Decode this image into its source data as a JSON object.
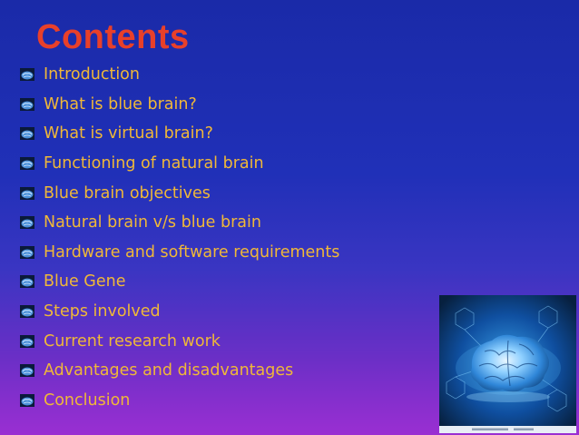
{
  "slide": {
    "title": "Contents",
    "items": [
      {
        "label": "Introduction"
      },
      {
        "label": "What is blue brain?"
      },
      {
        "label": "What is virtual brain?"
      },
      {
        "label": "Functioning of natural brain"
      },
      {
        "label": "Blue brain objectives"
      },
      {
        "label": "Natural brain v/s blue brain"
      },
      {
        "label": "Hardware and software requirements"
      },
      {
        "label": "Blue Gene"
      },
      {
        "label": "Steps involved"
      },
      {
        "label": "Current research work"
      },
      {
        "label": "Advantages and disadvantages"
      },
      {
        "label": "Conclusion"
      }
    ],
    "bullet_icon": "brain-bullet-icon",
    "image_icon": "brain-illustration",
    "colors": {
      "title": "#e8402a",
      "text": "#f0b838",
      "background_top": "#1a2aa8",
      "background_bottom": "#9a2fd2"
    }
  }
}
